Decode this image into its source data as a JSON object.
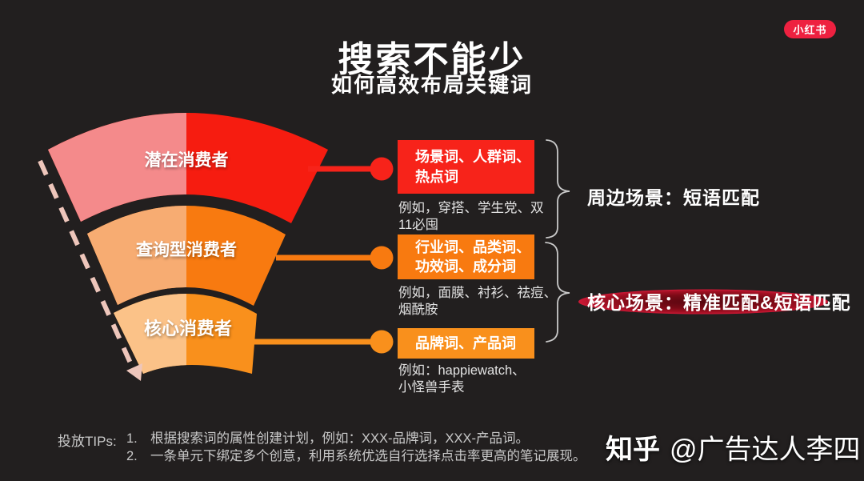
{
  "brand": {
    "logo_text": "小红书",
    "logo_color": "#ee2140"
  },
  "header": {
    "title": "搜索不能少",
    "subtitle": "如何高效布局关键词"
  },
  "funnel": {
    "segments": [
      {
        "label": "潜在消费者",
        "left_color": "#f48a8b",
        "right_color": "#f61c10"
      },
      {
        "label": "查询型消费者",
        "left_color": "#f7ac72",
        "right_color": "#f87a10"
      },
      {
        "label": "核心消费者",
        "left_color": "#fbc288",
        "right_color": "#f9901c"
      }
    ],
    "arrow_color": "#eec6bb"
  },
  "keyword_groups": [
    {
      "title": "场景词、人群词、\n热点词",
      "example": "例如，穿搭、学生党、双\n11必囤",
      "color": "#f7231a"
    },
    {
      "title": "行业词、品类词、\n功效词、成分词",
      "example": "例如，面膜、衬衫、祛痘、\n烟酰胺",
      "color": "#f87a10"
    },
    {
      "title": "品牌词、产品词",
      "example": "例如：happiewatch、\n小怪兽手表",
      "color": "#f9901c"
    }
  ],
  "annotations": [
    {
      "label": "周边场景：短语匹配"
    },
    {
      "label": "核心场景：精准匹配&短语匹配",
      "highlight_color": "#b01226"
    }
  ],
  "tips": {
    "label": "投放TIPs:",
    "items": [
      {
        "num": "1.",
        "text": "根据搜索词的属性创建计划，例如：XXX-品牌词，XXX-产品词。"
      },
      {
        "num": "2.",
        "text": "一条单元下绑定多个创意，利用系统优选自行选择点击率更高的笔记展现。"
      }
    ]
  },
  "watermark": {
    "brand": "知乎",
    "author": "@广告达人李四"
  }
}
